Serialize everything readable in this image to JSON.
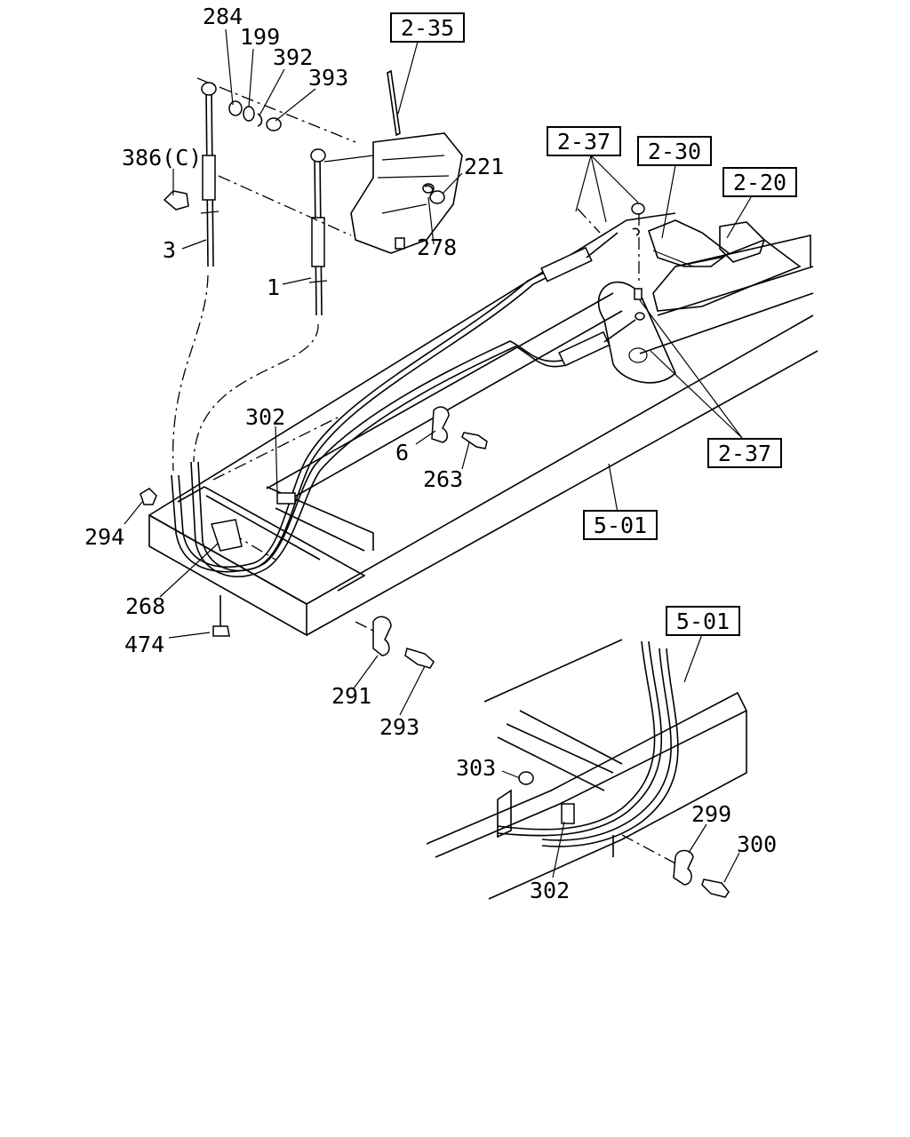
{
  "ref_boxes": {
    "r235": "2-35",
    "r237a": "2-37",
    "r230": "2-30",
    "r220": "2-20",
    "r237b": "2-37",
    "r501a": "5-01",
    "r501b": "5-01"
  },
  "callouts": {
    "c284": "284",
    "c199": "199",
    "c392": "392",
    "c393": "393",
    "c386c": "386(C)",
    "c221": "221",
    "c278": "278",
    "c3": "3",
    "c1": "1",
    "c302a": "302",
    "c6": "6",
    "c263": "263",
    "c294": "294",
    "c268": "268",
    "c474": "474",
    "c291": "291",
    "c293": "293",
    "c303": "303",
    "c299": "299",
    "c300": "300",
    "c302b": "302"
  }
}
